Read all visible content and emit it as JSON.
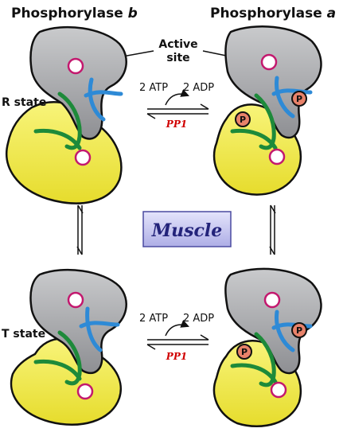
{
  "headers": {
    "left": "Phosphorylase ",
    "left_var": "b",
    "right": "Phosphorylase ",
    "right_var": "a"
  },
  "active_site": {
    "line1": "Active",
    "line2": "site"
  },
  "states": {
    "r": "R state",
    "t": "T state"
  },
  "reaction_top": {
    "atp": "2 ATP",
    "adp": "2 ADP",
    "enzyme": "PP1"
  },
  "reaction_bottom": {
    "atp": "2 ATP",
    "adp": "2 ADP",
    "enzyme": "PP1"
  },
  "phosphate": "P",
  "center_label": "Muscle",
  "colors": {
    "gray_domain": "#a7a8ab",
    "yellow_domain": "#f4ee4c",
    "blue_helix": "#2e8ad6",
    "green_helix": "#1d8a3a",
    "site_ring": "#c3186e",
    "phosphate_fill": "#e8826a",
    "muscle_box": "#c8c8f2"
  }
}
